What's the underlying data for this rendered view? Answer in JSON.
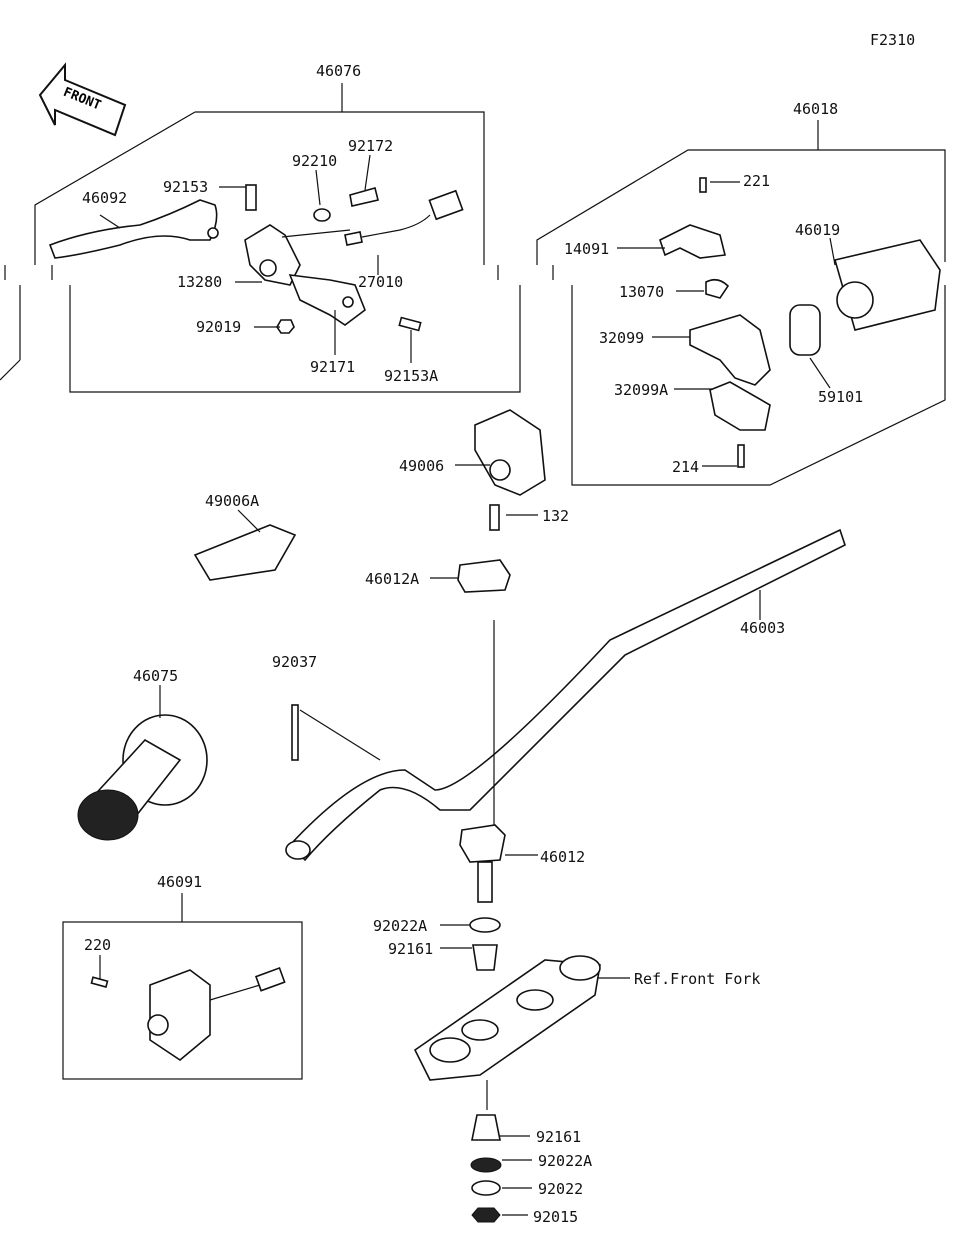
{
  "diagram_code": "F2310",
  "front_arrow": "FRONT",
  "labels": {
    "l46076": "46076",
    "l46092": "46092",
    "l92153": "92153",
    "l92210": "92210",
    "l92172": "92172",
    "l13280": "13280",
    "l27010": "27010",
    "l92019": "92019",
    "l92171": "92171",
    "l92153A": "92153A",
    "l46018": "46018",
    "l221": "221",
    "l46019": "46019",
    "l14091": "14091",
    "l13070": "13070",
    "l32099": "32099",
    "l32099A": "32099A",
    "l59101": "59101",
    "l214": "214",
    "l49006": "49006",
    "l49006A": "49006A",
    "l132": "132",
    "l46012A": "46012A",
    "l46003": "46003",
    "l92037": "92037",
    "l46075": "46075",
    "l46012": "46012",
    "l46091": "46091",
    "l220": "220",
    "l92022A_top": "92022A",
    "l92161_top": "92161",
    "ref_front_fork": "Ref.Front Fork",
    "l92161_bot": "92161",
    "l92022A_bot": "92022A",
    "l92022": "92022",
    "l92015": "92015"
  }
}
